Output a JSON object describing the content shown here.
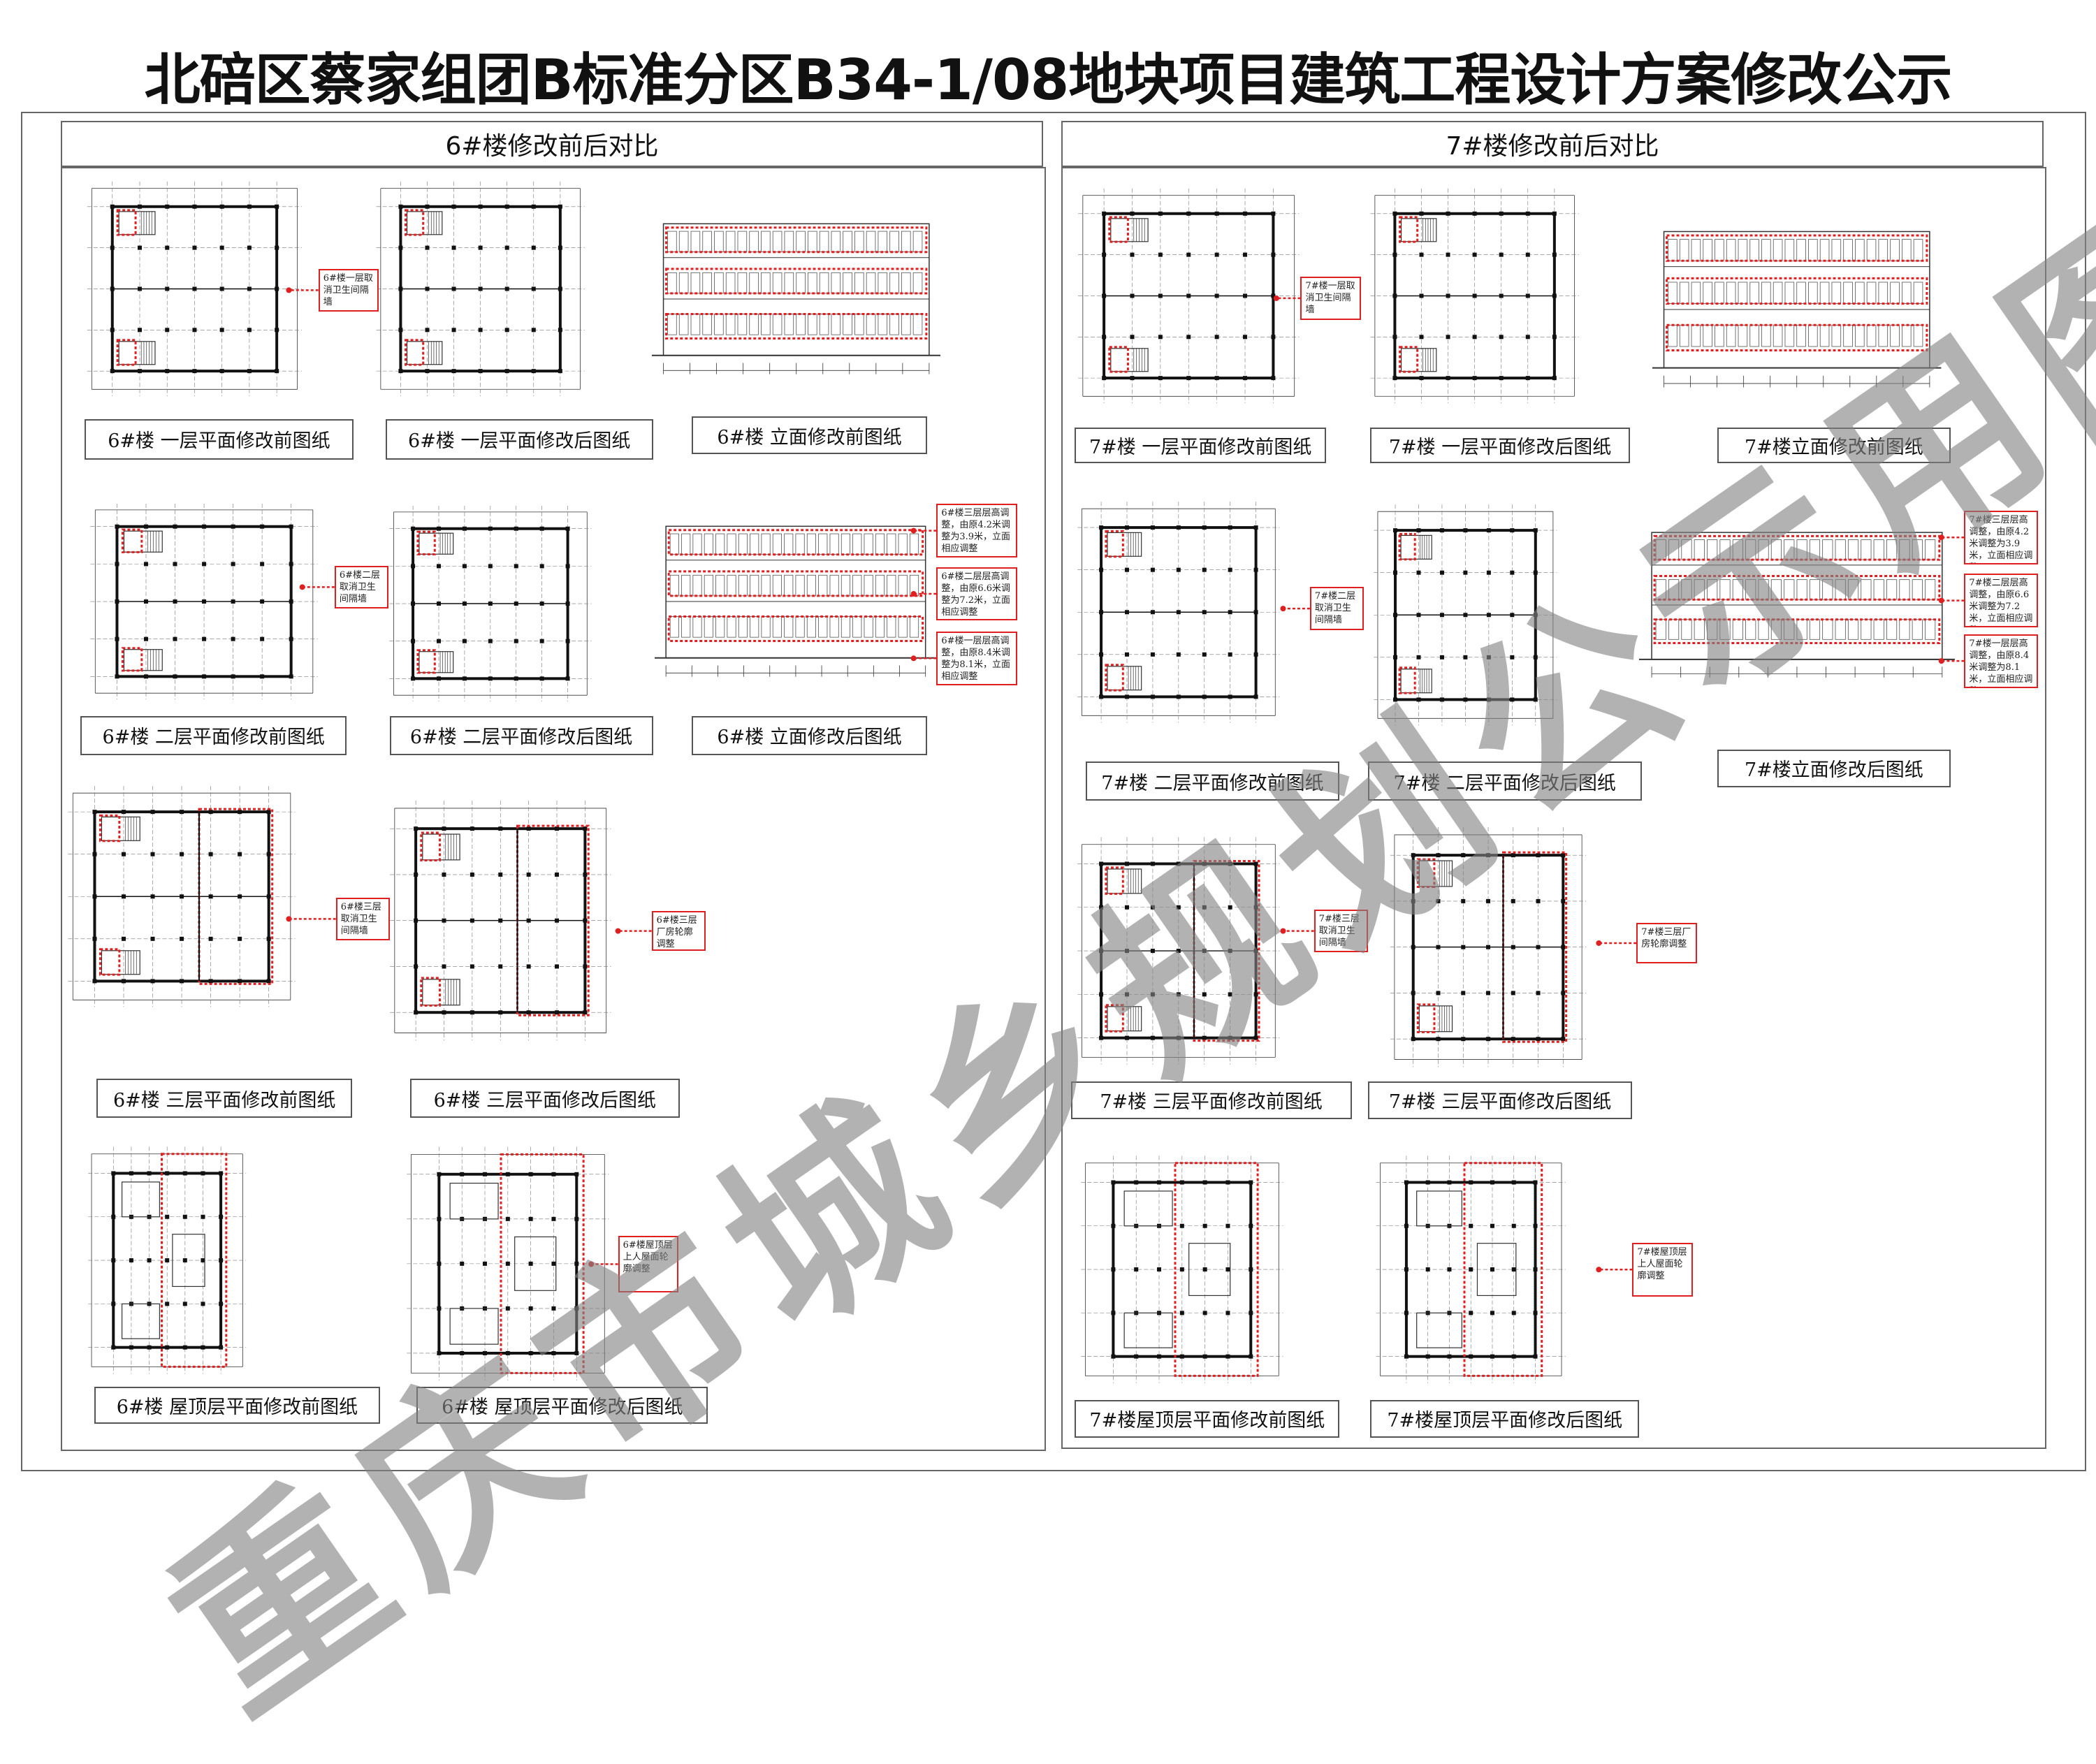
{
  "title": "北碚区蔡家组团B标准分区B34-1/08地块项目建筑工程设计方案修改公示",
  "watermark": "重庆市城乡规划公示用图",
  "colors": {
    "annotation": "#e02020",
    "border": "#666666",
    "watermark": "#8a8a8a"
  },
  "left": {
    "header": "6#楼修改前后对比",
    "labels": [
      "6#楼 一层平面修改前图纸",
      "6#楼 一层平面修改后图纸",
      "6#楼 立面修改前图纸",
      "6#楼 二层平面修改前图纸",
      "6#楼 二层平面修改后图纸",
      "6#楼 立面修改后图纸",
      "6#楼 三层平面修改前图纸",
      "6#楼 三层平面修改后图纸",
      "6#楼 屋顶层平面修改前图纸",
      "6#楼 屋顶层平面修改后图纸"
    ],
    "notes": [
      "6#楼一层取消卫生间隔墙",
      "6#楼二层取消卫生间隔墙",
      "6#楼三层层高调整，由原4.2米调整为3.9米，立面相应调整",
      "6#楼二层层高调整，由原6.6米调整为7.2米，立面相应调整",
      "6#楼一层层高调整，由原8.4米调整为8.1米，立面相应调整",
      "6#楼三层取消卫生间隔墙",
      "6#楼三层厂房轮廓调整",
      "6#楼屋顶层上人屋面轮廓调整"
    ]
  },
  "right": {
    "header": "7#楼修改前后对比",
    "labels": [
      "7#楼 一层平面修改前图纸",
      "7#楼 一层平面修改后图纸",
      "7#楼立面修改前图纸",
      "7#楼 二层平面修改前图纸",
      "7#楼 二层平面修改后图纸",
      "7#楼立面修改后图纸",
      "7#楼 三层平面修改前图纸",
      "7#楼 三层平面修改后图纸",
      "7#楼屋顶层平面修改前图纸",
      "7#楼屋顶层平面修改后图纸"
    ],
    "notes": [
      "7#楼一层取消卫生间隔墙",
      "7#楼二层取消卫生间隔墙",
      "7#楼三层层高调整，由原4.2米调整为3.9米，立面相应调整",
      "7#楼二层层高调整，由原6.6米调整为7.2米，立面相应调整",
      "7#楼一层层高调整，由原8.4米调整为8.1米，立面相应调整",
      "7#楼三层取消卫生间隔墙",
      "7#楼三层厂房轮廓调整",
      "7#楼屋顶层上人屋面轮廓调整"
    ]
  }
}
